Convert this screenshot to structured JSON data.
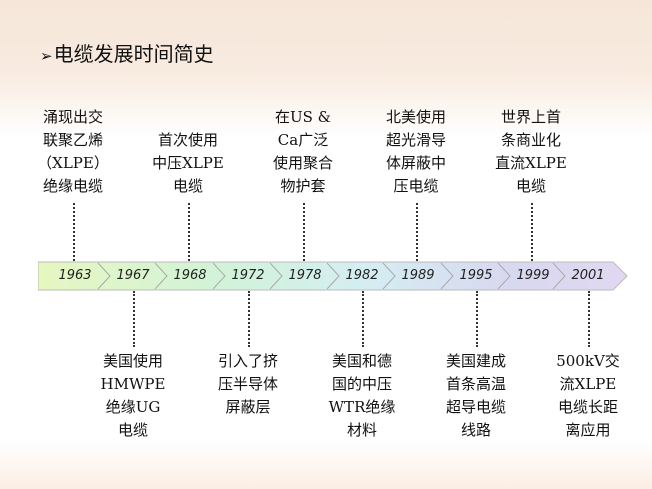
{
  "title": "电缆发展时间简史",
  "years": [
    "1963",
    "1967",
    "1968",
    "1972",
    "1978",
    "1982",
    "1989",
    "1995",
    "1999",
    "2001"
  ],
  "top_events": [
    {
      "year": "1963",
      "lines": [
        "涌现出交",
        "联聚乙烯",
        "（XLPE）",
        "绝缘电缆"
      ]
    },
    {
      "year": "1968",
      "lines": [
        "首次使用",
        "中压XLPE",
        "电缆"
      ]
    },
    {
      "year": "1978",
      "lines": [
        "在US &",
        "Ca广泛",
        "使用聚合",
        "物护套"
      ]
    },
    {
      "year": "1989",
      "lines": [
        "北美使用",
        "超光滑导",
        "体屏蔽中",
        "压电缆"
      ]
    },
    {
      "year": "1999",
      "lines": [
        "世界上首",
        "条商业化",
        "直流XLPE",
        "电缆"
      ]
    }
  ],
  "bottom_events": [
    {
      "year": "1967",
      "lines": [
        "美国使用",
        "HMWPE",
        "绝缘UG",
        "电缆"
      ]
    },
    {
      "year": "1972",
      "lines": [
        "引入了挤",
        "压半导体",
        "屏蔽层"
      ]
    },
    {
      "year": "1982",
      "lines": [
        "美国和德",
        "国的中压",
        "WTR绝缘",
        "材料"
      ]
    },
    {
      "year": "1995",
      "lines": [
        "美国建成",
        "首条高温",
        "超导电缆",
        "线路"
      ]
    },
    {
      "year": "2001",
      "lines": [
        "500kV交",
        "流XLPE",
        "电缆长距",
        "离应用"
      ]
    }
  ]
}
